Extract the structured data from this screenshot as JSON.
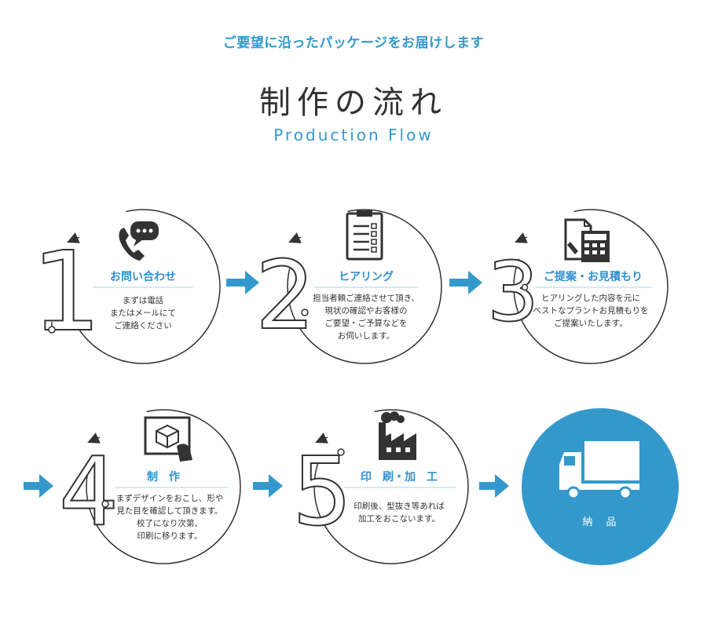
{
  "header": {
    "tagline": "ご要望に沿ったパッケージをお届けします",
    "title": "制作の流れ",
    "subtitle": "Production Flow"
  },
  "colors": {
    "accent": "#3399cc",
    "text": "#333333"
  },
  "steps": [
    {
      "number": "1",
      "icon": "phone-chat-icon",
      "title": "お問い合わせ",
      "lines": [
        "まずは電話",
        "またはメールにて",
        "ご連絡ください"
      ]
    },
    {
      "number": "2",
      "icon": "clipboard-checklist-icon",
      "title": "ヒアリング",
      "lines": [
        "担当者頼ご連絡させて頂き、",
        "現状の確認やお客様の",
        "ご要望・ご予算などを",
        "お伺いします。"
      ]
    },
    {
      "number": "3",
      "icon": "document-calculator-icon",
      "title": "ご提案・お見積もり",
      "lines": [
        "ヒアリングした内容を元に",
        "ベストなプラントお見積もりを",
        "ご提案いたします。"
      ]
    },
    {
      "number": "4",
      "icon": "design-tablet-icon",
      "title": "制　作",
      "lines": [
        "まずデザインをおこし、形や",
        "見た目を確認して頂きます。",
        "校了になり次第、",
        "印刷に移ります。"
      ]
    },
    {
      "number": "5",
      "icon": "factory-icon",
      "title": "印　刷・加　工",
      "lines": [
        "印刷後、型抜き等あれば",
        "加工をおこないます。"
      ]
    }
  ],
  "final": {
    "icon": "delivery-truck-icon",
    "label": "納　品"
  }
}
